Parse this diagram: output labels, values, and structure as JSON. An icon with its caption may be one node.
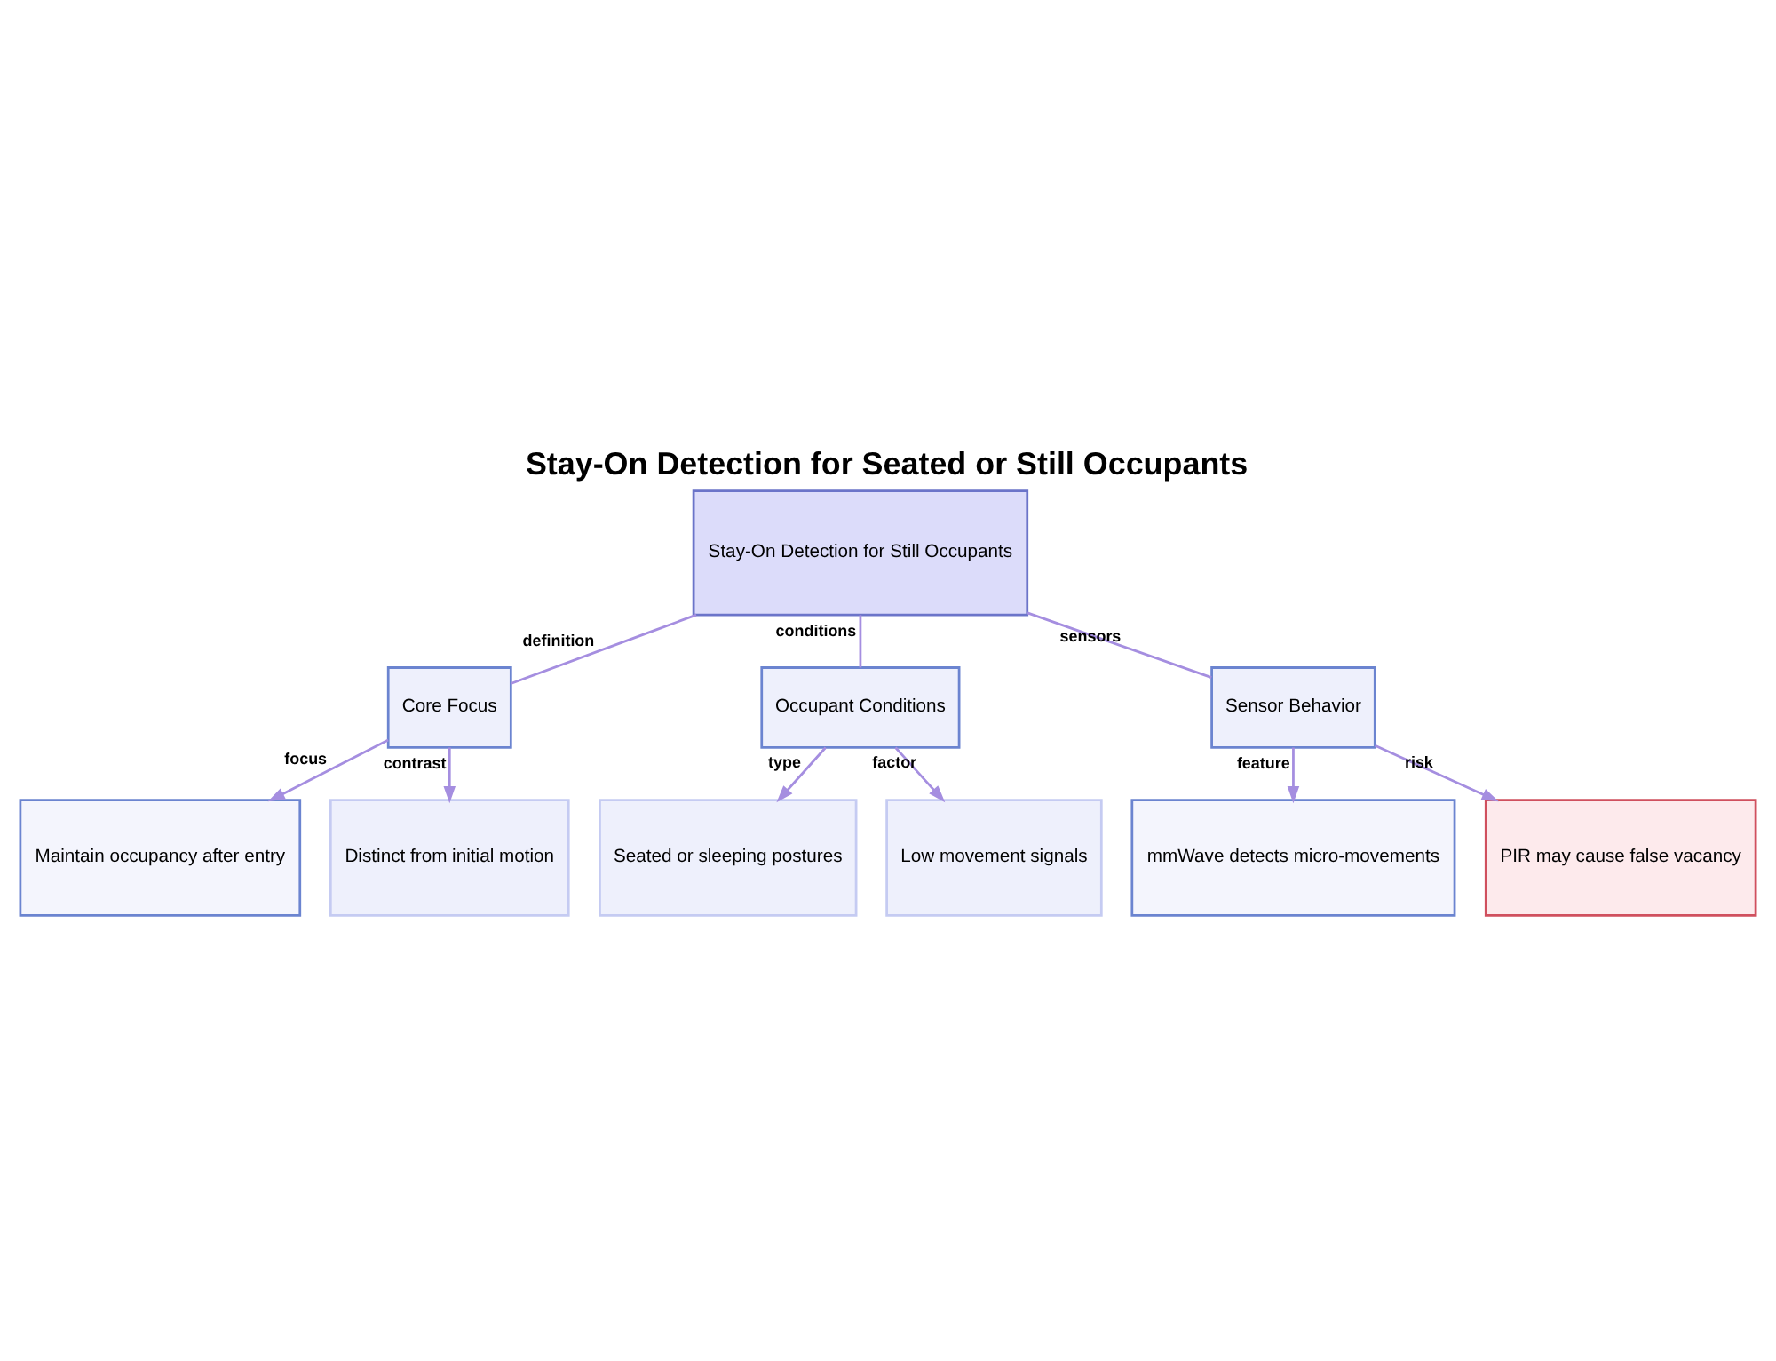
{
  "diagram": {
    "title": "Stay-On Detection for Seated or Still Occupants",
    "nodes": [
      {
        "text": [
          "Stay-On Detection for Still Occupants"
        ]
      },
      {
        "text": [
          "Core Focus"
        ]
      },
      {
        "text": [
          "Occupant Conditions"
        ]
      },
      {
        "text": [
          "Sensor Behavior"
        ]
      },
      {
        "text": [
          "Maintain occupancy after entry"
        ]
      },
      {
        "text": [
          "Distinct from initial motion"
        ]
      },
      {
        "text": [
          "Seated or sleeping postures"
        ]
      },
      {
        "text": [
          "Low movement signals"
        ]
      },
      {
        "text": [
          "mmWave detects micro-movements"
        ]
      },
      {
        "text": [
          "PIR may cause false vacancy"
        ]
      }
    ],
    "edges": [
      {
        "from": 0,
        "to": 1,
        "arrow": "none",
        "label": "definition"
      },
      {
        "from": 0,
        "to": 2,
        "arrow": "none",
        "label": "conditions"
      },
      {
        "from": 0,
        "to": 3,
        "arrow": "none",
        "label": "sensors"
      },
      {
        "from": 1,
        "to": 4,
        "arrow": "to",
        "label": "focus"
      },
      {
        "from": 1,
        "to": 5,
        "arrow": "to",
        "label": "contrast"
      },
      {
        "from": 2,
        "to": 6,
        "arrow": "to",
        "label": "type"
      },
      {
        "from": 2,
        "to": 7,
        "arrow": "to",
        "label": "factor"
      },
      {
        "from": 3,
        "to": 8,
        "arrow": "to",
        "label": "feature"
      },
      {
        "from": 3,
        "to": 9,
        "arrow": "to",
        "label": "risk"
      }
    ]
  }
}
